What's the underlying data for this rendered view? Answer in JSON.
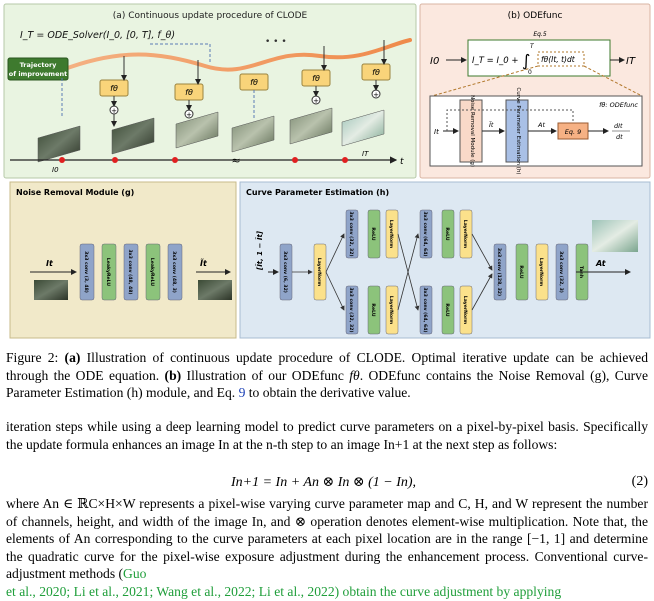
{
  "figure": {
    "panel_a": {
      "title": "(a) Continuous update procedure of CLODE",
      "ode_solver": "I_T = ODE_Solver(I_0, [0, T], f_θ)",
      "trajectory_label": "Trajectory of improvement",
      "f_theta": "fθ",
      "i0": "I0",
      "iT": "IT",
      "t_axis": "t",
      "dots": "• • •",
      "break_mark": "≈"
    },
    "panel_b": {
      "title": "(b) ODEfunc",
      "eq_label": "Eq.5",
      "i0": "I0",
      "integral_lhs": "I_T = I_0 +",
      "integral_upper": "T",
      "integral_lower": "0",
      "integral_body": "fθ(It, t)dt",
      "iT": "IT",
      "odefunc_label": "fθ: ODEfunc",
      "it_in": "It",
      "noise_module": "Noise Removal Module (g)",
      "it_tilde": "Ĩt",
      "curve_module": "Curve Parameter Estimation (h)",
      "at": "At",
      "eq9": "Eq. 9",
      "deriv_num": "dIt",
      "deriv_den": "dt"
    },
    "noise_panel": {
      "title": "Noise Removal Module (g)",
      "input": "It",
      "output": "Ĩt",
      "layers": [
        "3x3 conv (3, 48)",
        "LeakyReLU",
        "3x3 conv (48, 48)",
        "LeakyReLU",
        "3x3 conv (48, 3)"
      ]
    },
    "curve_panel": {
      "title": "Curve Parameter Estimation (h)",
      "input": "[Ĩt, 1 − Ĩt]",
      "output": "At",
      "layers_main": [
        "3x3 conv (6, 32)",
        "LayerNorm",
        "3x3 conv (32, 32)",
        "ReLU",
        "LayerNorm",
        "3x3 conv (64, 64)",
        "ReLU",
        "LayerNorm",
        "3x3 conv (128, 32)",
        "ReLU",
        "LayerNorm",
        "3x3 conv (32, 3)",
        "Tanh"
      ],
      "layers_bottom": [
        "3x3 conv (32, 32)",
        "ReLU",
        "LayerNorm",
        "3x3 conv (64, 64)",
        "ReLU",
        "LayerNorm"
      ]
    }
  },
  "caption": {
    "label": "Figure 2:",
    "a_bold": "(a)",
    "a_text": "Illustration of continuous update procedure of CLODE. Optimal iterative update can be achieved through the ODE equation.",
    "b_bold": "(b)",
    "b_text_1": "Illustration of our ODEfunc",
    "b_sym": "fθ",
    "b_text_2": ". ODEfunc contains the Noise Removal (g), Curve Parameter Estimation (h) module, and Eq.",
    "b_eqref": "9",
    "b_text_3": "to obtain the derivative value."
  },
  "body": {
    "para1": "iteration steps while using a deep learning model to predict curve parameters on a pixel-by-pixel basis. Specifically the update formula enhances an image In at the n-th step to an image In+1 at the next step as follows:",
    "equation": "In+1 = In + An ⊗ In ⊗ (1 − In),",
    "eq_number": "(2)",
    "para2_a": "where An ∈ ℝC×H×W represents a pixel-wise varying curve parameter map and C, H, and W represent the number of channels, height, and width of the image In, and ⊗ operation denotes element-wise multiplication. Note that, the elements of An corresponding to the curve parameters at each pixel location are in the range [−1, 1] and determine the quadratic curve for the pixel-wise exposure adjustment during the enhancement process. Conventional curve-adjustment methods (",
    "para2_cite": "Guo",
    "para2_cont": "et al., 2020; Li et al., 2021; Wang et al., 2022; Li et al., 2022) obtain the curve adjustment by applying"
  },
  "colors": {
    "panel_a_bg": "#e9f4e1",
    "panel_b_bg": "#fbe8df",
    "noise_bg": "#f1e9c9",
    "curve_bg": "#dde8f2",
    "f_box": "#f9d47a",
    "conv_blue": "#8fa4c9",
    "act_green": "#8cc37b",
    "norm_yellow": "#fbe18b",
    "eq9_orange": "#f6b184",
    "curve_box": "#a9c0e6",
    "trajectory": "#f2a06e",
    "timeline_red": "#e02020"
  }
}
